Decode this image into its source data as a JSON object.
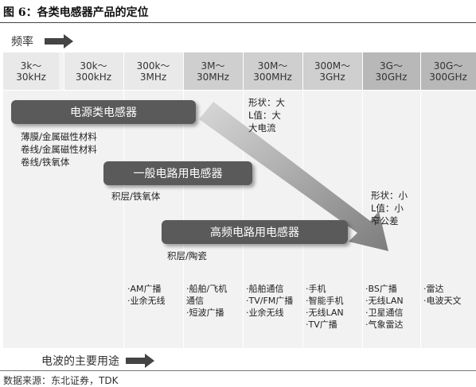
{
  "title": "图 6：各类电感器产品的定位",
  "freq_axis_label": "频率",
  "usage_axis_label": "电波的主要用途",
  "source": "数据来源：东北证券，TDK",
  "columns": [
    {
      "label": "3k～\n30kHz",
      "color": "#e9e9e9"
    },
    {
      "label": "30k～\n300kHz",
      "color": "#e9e9e9"
    },
    {
      "label": "300k～\n3MHz",
      "color": "#e9e9e9"
    },
    {
      "label": "3M～\n30MHz",
      "color": "#cfcfcf"
    },
    {
      "label": "30M～\n300MHz",
      "color": "#cfcfcf"
    },
    {
      "label": "300M～\n3GHz",
      "color": "#cfcfcf"
    },
    {
      "label": "3G～\n30GHz",
      "color": "#b8b8b8"
    },
    {
      "label": "30G～\n300GHz",
      "color": "#b8b8b8"
    }
  ],
  "categories": {
    "power": {
      "label": "电源类电感器",
      "materials": "薄膜/金属磁性材料\n卷线/金属磁性材料\n卷线/铁氧体"
    },
    "general": {
      "label": "一般电路用电感器",
      "materials": "积层/铁氧体"
    },
    "highfreq": {
      "label": "高频电路用电感器",
      "materials": "积层/陶瓷"
    }
  },
  "trend": {
    "start": "形状：大\nL值：大\n大电流",
    "end": "形状：小\nL值：小\n窄公差",
    "color": "#8c8c8c"
  },
  "uses": [
    "·AM广播\n·业余无线",
    "·船舶/飞机\n  通信\n·短波广播",
    "·船舶通信\n·TV/FM广播\n·业余无线",
    "·手机\n·智能手机\n·无线LAN\n·TV广播",
    "·BS广播\n·无线LAN\n·卫星通信\n·气象雷达",
    "·雷达\n·电波天文"
  ]
}
